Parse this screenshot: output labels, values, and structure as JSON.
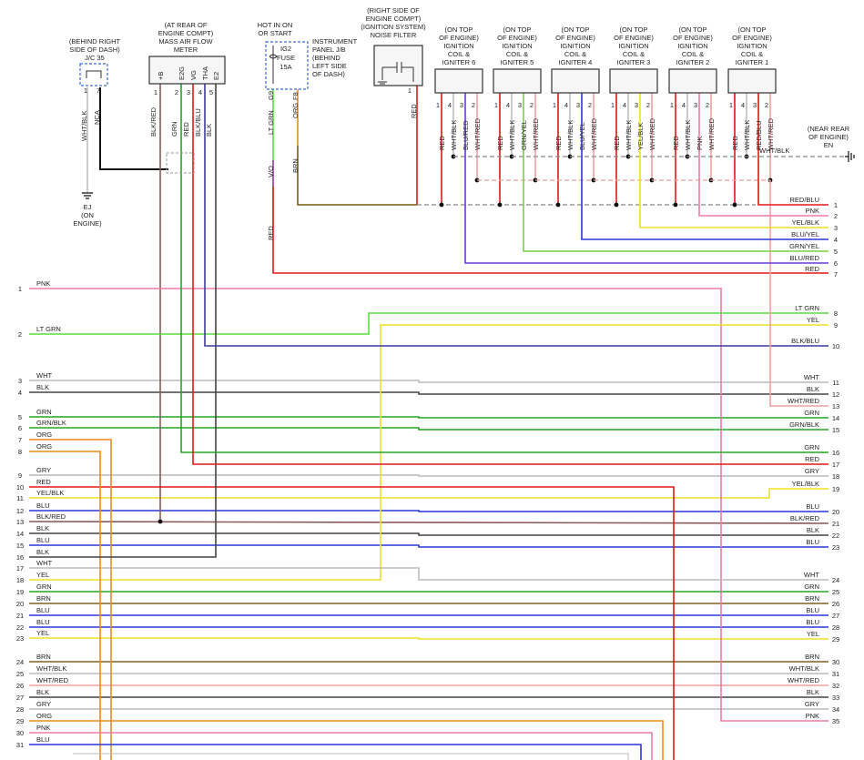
{
  "components": {
    "jc35": {
      "lines": [
        "(BEHIND RIGHT",
        "SIDE OF DASH)",
        "J/C 35"
      ],
      "pins": [
        "1",
        "7"
      ],
      "wires": [
        "WHT/BLK",
        "NCA"
      ]
    },
    "maf": {
      "lines": [
        "(AT REAR OF",
        "ENGINE COMPT)",
        "MASS AIR FLOW",
        "METER"
      ],
      "pins": [
        "1",
        "2",
        "3",
        "4",
        "5"
      ],
      "pin_names": [
        "+B",
        "E2G",
        "VG",
        "THA",
        "E2"
      ],
      "wires": [
        "BLK/RED",
        "GRN",
        "RED",
        "BLK/BLU",
        "BLK"
      ]
    },
    "fuse": {
      "hot": [
        "HOT IN ON",
        "OR START"
      ],
      "fuse_lines": [
        "IG2",
        "FUSE",
        "15A"
      ],
      "jb_lines": [
        "INSTRUMENT",
        "PANEL J/B",
        "(BEHIND",
        "LEFT SIDE",
        "OF DASH)"
      ],
      "pins": [
        "G9",
        "F8"
      ],
      "wires": [
        "LT GRN",
        "ORG",
        "V/O",
        "BRN",
        "RED"
      ]
    },
    "noise": {
      "lines": [
        "(RIGHT SIDE OF",
        "ENGINE COMPT)",
        "(IGNITION SYSTEM)",
        "NOISE FILTER"
      ],
      "pin": "1",
      "wire": "RED"
    },
    "ground_ej": {
      "lines": [
        "EJ",
        "(ON",
        "ENGINE)"
      ]
    },
    "ground_en": {
      "lines": [
        "(NEAR REAR",
        "OF ENGINE)",
        "EN"
      ],
      "wire": "WHT/BLK"
    }
  },
  "coils": [
    {
      "title": [
        "(ON TOP",
        "OF ENGINE)",
        "IGNITION",
        "COIL &",
        "IGNITER 6"
      ],
      "pins": [
        "1",
        "4",
        "3",
        "2"
      ],
      "wires": [
        "RED",
        "WHT/BLK",
        "BLU/RED",
        "WHT/RED"
      ]
    },
    {
      "title": [
        "(ON TOP",
        "OF ENGINE)",
        "IGNITION",
        "COIL &",
        "IGNITER 5"
      ],
      "pins": [
        "1",
        "4",
        "3",
        "2"
      ],
      "wires": [
        "RED",
        "WHT/BLK",
        "GRN/YEL",
        "WHT/RED"
      ]
    },
    {
      "title": [
        "(ON TOP",
        "OF ENGINE)",
        "IGNITION",
        "COIL &",
        "IGNITER 4"
      ],
      "pins": [
        "1",
        "4",
        "3",
        "2"
      ],
      "wires": [
        "RED",
        "WHT/BLK",
        "BLU/YEL",
        "WHT/RED"
      ]
    },
    {
      "title": [
        "(ON TOP",
        "OF ENGINE)",
        "IGNITION",
        "COIL &",
        "IGNITER 3"
      ],
      "pins": [
        "1",
        "4",
        "3",
        "2"
      ],
      "wires": [
        "RED",
        "WHT/BLK",
        "YEL/BLK",
        "WHT/RED"
      ]
    },
    {
      "title": [
        "(ON TOP",
        "OF ENGINE)",
        "IGNITION",
        "COIL &",
        "IGNITER 2"
      ],
      "pins": [
        "1",
        "4",
        "3",
        "2"
      ],
      "wires": [
        "RED",
        "WHT/BLK",
        "PNK",
        "WHT/RED"
      ]
    },
    {
      "title": [
        "(ON TOP",
        "OF ENGINE)",
        "IGNITION",
        "COIL &",
        "IGNITER 1"
      ],
      "pins": [
        "1",
        "4",
        "3",
        "2"
      ],
      "wires": [
        "RED",
        "WHT/BLK",
        "RED/BLU",
        "WHT/RED"
      ]
    }
  ],
  "left_wires": [
    {
      "n": "1",
      "label": "PNK",
      "color": "#f07aa8"
    },
    {
      "n": "2",
      "label": "LT GRN",
      "color": "#55e03a"
    },
    {
      "n": "3",
      "label": "WHT",
      "color": "#bcbcbc"
    },
    {
      "n": "4",
      "label": "BLK",
      "color": "#444444"
    },
    {
      "n": "5",
      "label": "GRN",
      "color": "#22a822"
    },
    {
      "n": "6",
      "label": "GRN/BLK",
      "color": "#22a822"
    },
    {
      "n": "7",
      "label": "ORG",
      "color": "#f08a1a"
    },
    {
      "n": "8",
      "label": "ORG",
      "color": "#f08a1a"
    },
    {
      "n": "9",
      "label": "GRY",
      "color": "#b8b8b8"
    },
    {
      "n": "10",
      "label": "RED",
      "color": "#e01818"
    },
    {
      "n": "11",
      "label": "YEL/BLK",
      "color": "#f0e020"
    },
    {
      "n": "12",
      "label": "BLU",
      "color": "#2a38d8"
    },
    {
      "n": "13",
      "label": "BLK/RED",
      "color": "#8a5a5a"
    },
    {
      "n": "14",
      "label": "BLK",
      "color": "#444444"
    },
    {
      "n": "15",
      "label": "BLU",
      "color": "#2a38d8"
    },
    {
      "n": "16",
      "label": "BLK",
      "color": "#444444"
    },
    {
      "n": "17",
      "label": "WHT",
      "color": "#bcbcbc"
    },
    {
      "n": "18",
      "label": "YEL",
      "color": "#f0e020"
    },
    {
      "n": "19",
      "label": "GRN",
      "color": "#22a822"
    },
    {
      "n": "20",
      "label": "BRN",
      "color": "#806020"
    },
    {
      "n": "21",
      "label": "BLU",
      "color": "#2a38d8"
    },
    {
      "n": "22",
      "label": "BLU",
      "color": "#2a38d8"
    },
    {
      "n": "23",
      "label": "YEL",
      "color": "#f0e020"
    },
    {
      "n": "24",
      "label": "BRN",
      "color": "#806020"
    },
    {
      "n": "25",
      "label": "WHT/BLK",
      "color": "#bcbcbc"
    },
    {
      "n": "26",
      "label": "WHT/RED",
      "color": "#f2a0a0"
    },
    {
      "n": "27",
      "label": "BLK",
      "color": "#444444"
    },
    {
      "n": "28",
      "label": "GRY",
      "color": "#b8b8b8"
    },
    {
      "n": "29",
      "label": "ORG",
      "color": "#f08a1a"
    },
    {
      "n": "30",
      "label": "PNK",
      "color": "#f07aa8"
    },
    {
      "n": "31",
      "label": "BLU",
      "color": "#2a38d8"
    }
  ],
  "right_wires": [
    {
      "n": "1",
      "label": "RED/BLU",
      "color": "#e01818"
    },
    {
      "n": "2",
      "label": "PNK",
      "color": "#f07aa8"
    },
    {
      "n": "3",
      "label": "YEL/BLK",
      "color": "#f0e020"
    },
    {
      "n": "4",
      "label": "BLU/YEL",
      "color": "#2a38d8"
    },
    {
      "n": "5",
      "label": "GRN/YEL",
      "color": "#7ad040"
    },
    {
      "n": "6",
      "label": "BLU/RED",
      "color": "#6a3ad8"
    },
    {
      "n": "7",
      "label": "RED",
      "color": "#e01818"
    },
    {
      "n": "8",
      "label": "LT GRN",
      "color": "#55e03a"
    },
    {
      "n": "9",
      "label": "YEL",
      "color": "#f0e020"
    },
    {
      "n": "10",
      "label": "BLK/BLU",
      "color": "#3a3aa0"
    },
    {
      "n": "11",
      "label": "WHT",
      "color": "#bcbcbc"
    },
    {
      "n": "12",
      "label": "BLK",
      "color": "#444444"
    },
    {
      "n": "13",
      "label": "WHT/RED",
      "color": "#f2a0a0"
    },
    {
      "n": "14",
      "label": "GRN",
      "color": "#22a822"
    },
    {
      "n": "15",
      "label": "GRN/BLK",
      "color": "#22a822"
    },
    {
      "n": "16",
      "label": "GRN",
      "color": "#22a822"
    },
    {
      "n": "17",
      "label": "RED",
      "color": "#e01818"
    },
    {
      "n": "18",
      "label": "GRY",
      "color": "#b8b8b8"
    },
    {
      "n": "19",
      "label": "YEL/BLK",
      "color": "#f0e020"
    },
    {
      "n": "20",
      "label": "BLU",
      "color": "#2a38d8"
    },
    {
      "n": "21",
      "label": "BLK/RED",
      "color": "#8a5a5a"
    },
    {
      "n": "22",
      "label": "BLK",
      "color": "#444444"
    },
    {
      "n": "23",
      "label": "BLU",
      "color": "#2a38d8"
    },
    {
      "n": "24",
      "label": "WHT",
      "color": "#bcbcbc"
    },
    {
      "n": "25",
      "label": "GRN",
      "color": "#22a822"
    },
    {
      "n": "26",
      "label": "BRN",
      "color": "#806020"
    },
    {
      "n": "27",
      "label": "BLU",
      "color": "#2a38d8"
    },
    {
      "n": "28",
      "label": "BLU",
      "color": "#2a38d8"
    },
    {
      "n": "29",
      "label": "YEL",
      "color": "#f0e020"
    },
    {
      "n": "30",
      "label": "BRN",
      "color": "#806020"
    },
    {
      "n": "31",
      "label": "WHT/BLK",
      "color": "#bcbcbc"
    },
    {
      "n": "32",
      "label": "WHT/RED",
      "color": "#f2a0a0"
    },
    {
      "n": "33",
      "label": "BLK",
      "color": "#444444"
    },
    {
      "n": "34",
      "label": "GRY",
      "color": "#b8b8b8"
    },
    {
      "n": "35",
      "label": "PNK",
      "color": "#f07aa8"
    }
  ]
}
